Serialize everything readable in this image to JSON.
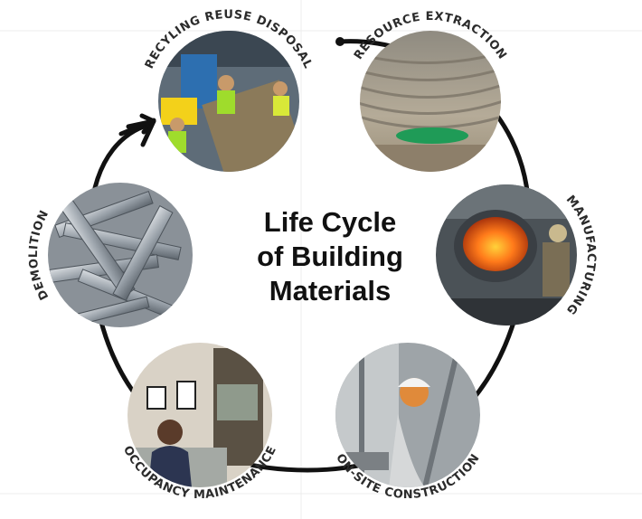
{
  "title_lines": [
    "Life Cycle",
    "of Building",
    "Materials"
  ],
  "stages": [
    {
      "label": "RESOURCE EXTRACTION",
      "photo": "open-pit-mine"
    },
    {
      "label": "MANUFACTURING",
      "photo": "molten-steel-ladle"
    },
    {
      "label": "ON-SITE CONSTRUCTION",
      "photo": "construction-worker-hardhat"
    },
    {
      "label": "OCCUPANCY MAINTENANCE",
      "photo": "woman-seated-office"
    },
    {
      "label": "DEMOLITION",
      "photo": "scrap-metal-studs"
    },
    {
      "label": "RECYLING REUSE DISPOSAL",
      "photo": "recycling-sorting-line"
    }
  ],
  "colors": {
    "arrow": "#111111",
    "label": "#2b2b2b",
    "title": "#111111"
  }
}
